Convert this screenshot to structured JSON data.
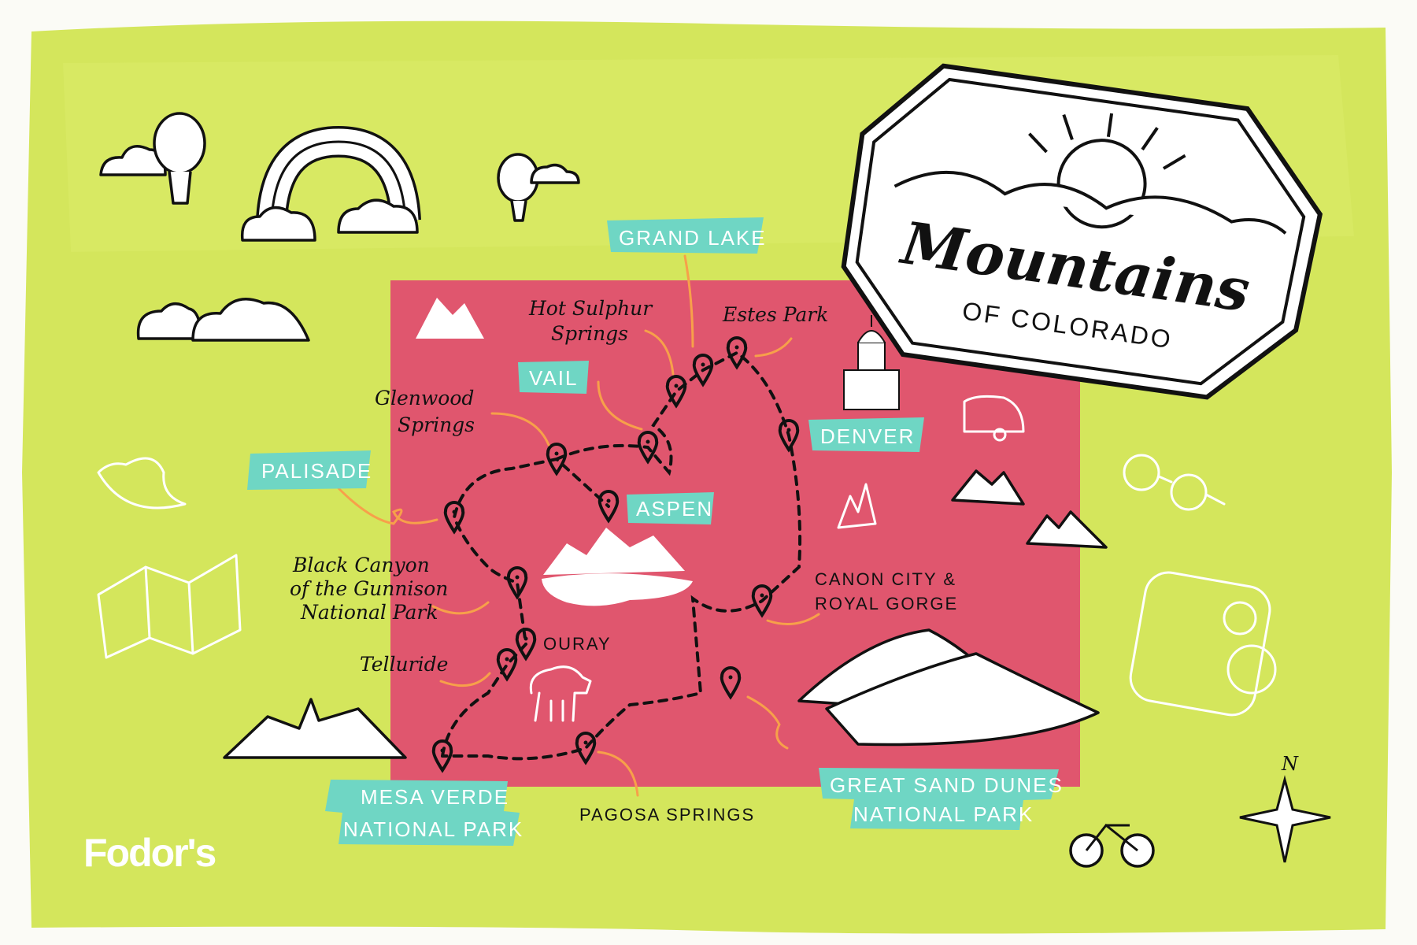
{
  "map": {
    "title": "Mountains",
    "subtitle": "OF COLORADO",
    "brand": "Fodor's",
    "north_label": "N",
    "colors": {
      "background": "#d4e65c",
      "state": "#e0566e",
      "tag": "#6fd6c4",
      "arrow": "#f7a04a"
    }
  },
  "tags": {
    "grand_lake": "GRAND LAKE",
    "vail": "VAIL",
    "denver": "DENVER",
    "palisade": "PALISADE",
    "aspen": "ASPEN",
    "mesa_verde_1": "MESA VERDE",
    "mesa_verde_2": "NATIONAL PARK",
    "sand_dunes_1": "GREAT SAND DUNES",
    "sand_dunes_2": "NATIONAL PARK"
  },
  "handwritten": {
    "hot_sulphur_1": "Hot Sulphur",
    "hot_sulphur_2": "Springs",
    "estes_park": "Estes Park",
    "glenwood_1": "Glenwood",
    "glenwood_2": "Springs",
    "black_canyon_1": "Black Canyon",
    "black_canyon_2": "of the Gunnison",
    "black_canyon_3": "National Park",
    "telluride": "Telluride"
  },
  "caps_labels": {
    "ouray": "OURAY",
    "canon_city_1": "CANON CITY &",
    "canon_city_2": "ROYAL GORGE",
    "pagosa": "PAGOSA SPRINGS"
  }
}
